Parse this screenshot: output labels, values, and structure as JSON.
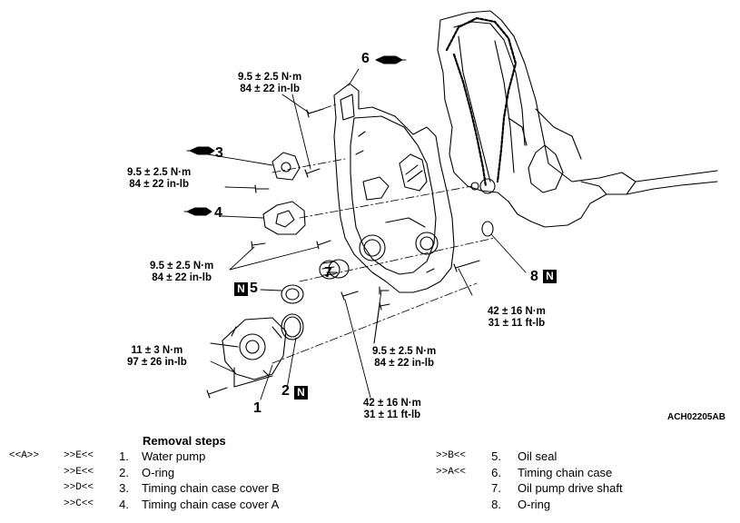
{
  "callouts": {
    "c1": "1",
    "c2": "2",
    "c3": "3",
    "c4": "4",
    "c5": "5",
    "c6": "6",
    "c7": "7",
    "c8": "8",
    "n_badge": "N"
  },
  "torques": {
    "top": [
      "9.5 ± 2.5 N·m",
      "84 ± 22 in-lb"
    ],
    "left_upper": [
      "9.5 ± 2.5 N·m",
      "84 ± 22 in-lb"
    ],
    "left_mid": [
      "9.5 ± 2.5 N·m",
      "84 ± 22 in-lb"
    ],
    "left_low": [
      "11 ± 3 N·m",
      "97 ± 26 in-lb"
    ],
    "right_upper": [
      "42 ± 16 N·m",
      "31 ± 11 ft-lb"
    ],
    "right_mid": [
      "9.5 ± 2.5 N·m",
      "84 ± 22 in-lb"
    ],
    "bottom": [
      "42 ± 16 N·m",
      "31 ± 11 ft-lb"
    ]
  },
  "figure_code": "ACH02205AB",
  "removal": {
    "title": "Removal steps",
    "left": [
      {
        "ref1": "<<A>>",
        "ref2": ">>E<<",
        "num": "1.",
        "text": "Water pump"
      },
      {
        "ref1": "",
        "ref2": ">>E<<",
        "num": "2.",
        "text": "O-ring"
      },
      {
        "ref1": "",
        "ref2": ">>D<<",
        "num": "3.",
        "text": "Timing chain case cover B"
      },
      {
        "ref1": "",
        "ref2": ">>C<<",
        "num": "4.",
        "text": "Timing chain case cover A"
      }
    ],
    "right": [
      {
        "ref": ">>B<<",
        "num": "5.",
        "text": "Oil seal"
      },
      {
        "ref": ">>A<<",
        "num": "6.",
        "text": "Timing chain case"
      },
      {
        "ref": "",
        "num": "7.",
        "text": "Oil pump drive shaft"
      },
      {
        "ref": "",
        "num": "8.",
        "text": "O-ring"
      }
    ]
  }
}
